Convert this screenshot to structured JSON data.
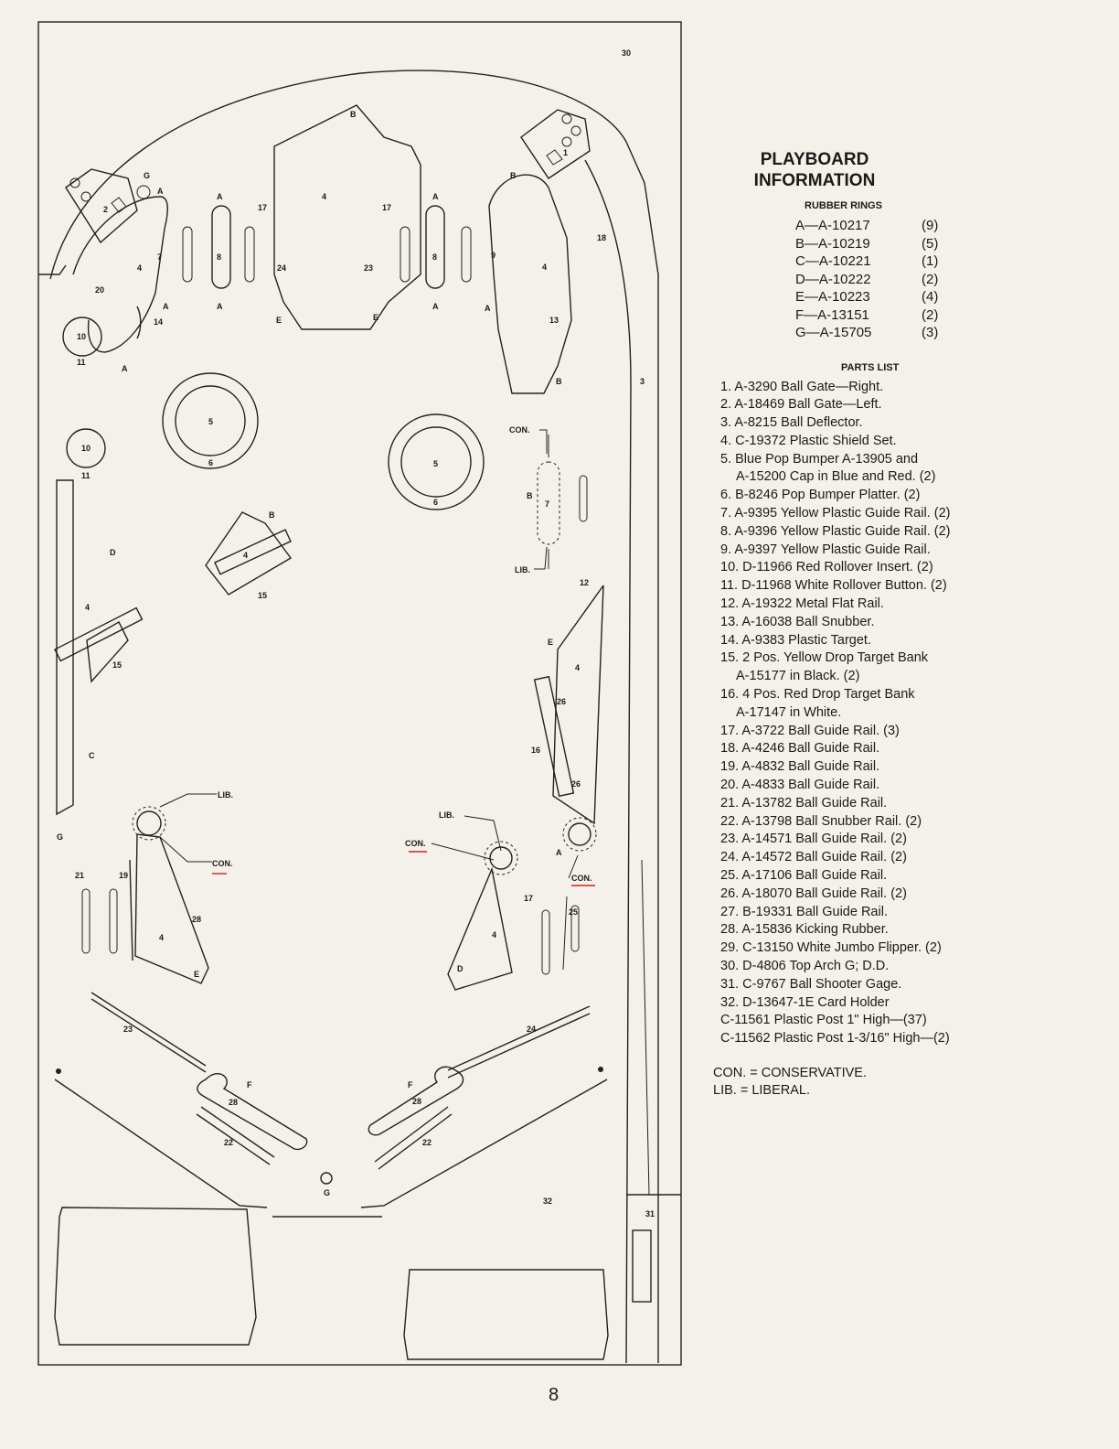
{
  "playboard": {
    "title_line1": "PLAYBOARD",
    "title_line2": "INFORMATION",
    "rubber_rings_heading": "RUBBER RINGS",
    "rubber_rings": [
      {
        "code": "A—A-10217",
        "qty": "(9)"
      },
      {
        "code": "B—A-10219",
        "qty": "(5)"
      },
      {
        "code": "C—A-10221",
        "qty": "(1)"
      },
      {
        "code": "D—A-10222",
        "qty": "(2)"
      },
      {
        "code": "E—A-10223",
        "qty": "(4)"
      },
      {
        "code": "F—A-13151",
        "qty": "(2)"
      },
      {
        "code": "G—A-15705",
        "qty": "(3)"
      }
    ],
    "parts_heading": "PARTS LIST",
    "parts": [
      "1. A-3290 Ball Gate—Right.",
      "2. A-18469 Ball Gate—Left.",
      "3. A-8215 Ball Deflector.",
      "4. C-19372 Plastic Shield Set.",
      "5. Blue Pop Bumper A-13905 and",
      "A-15200 Cap in Blue and Red. (2)",
      "6. B-8246 Pop Bumper Platter. (2)",
      "7. A-9395 Yellow Plastic Guide Rail. (2)",
      "8. A-9396 Yellow Plastic Guide Rail. (2)",
      "9. A-9397 Yellow Plastic Guide Rail.",
      "10. D-11966 Red Rollover Insert. (2)",
      "11. D-11968 White Rollover Button. (2)",
      "12. A-19322 Metal Flat Rail.",
      "13. A-16038 Ball Snubber.",
      "14. A-9383 Plastic Target.",
      "15. 2 Pos. Yellow Drop Target Bank",
      "A-15177 in Black. (2)",
      "16. 4 Pos. Red Drop Target Bank",
      "A-17147 in White.",
      "17. A-3722 Ball Guide Rail. (3)",
      "18. A-4246 Ball Guide Rail.",
      "19. A-4832 Ball Guide Rail.",
      "20. A-4833 Ball Guide Rail.",
      "21. A-13782 Ball Guide Rail.",
      "22. A-13798 Ball Snubber Rail. (2)",
      "23. A-14571 Ball Guide Rail. (2)",
      "24. A-14572 Ball Guide Rail. (2)",
      "25. A-17106 Ball Guide Rail.",
      "26. A-18070 Ball Guide Rail. (2)",
      "27. B-19331 Ball Guide Rail.",
      "28. A-15836 Kicking Rubber.",
      "29. C-13150 White Jumbo Flipper. (2)",
      "30. D-4806 Top Arch G; D.D.",
      "31. C-9767 Ball Shooter Gage.",
      "32. D-13647-1E Card Holder",
      "C-11561  Plastic Post 1\" High—(37)",
      "C-11562  Plastic Post 1-3/16\" High—(2)"
    ],
    "legend_con": "CON. = CONSERVATIVE.",
    "legend_lib": "LIB. = LIBERAL."
  },
  "diagram_labels": {
    "n1": "1",
    "n2": "2",
    "n3": "3",
    "n4": "4",
    "n5": "5",
    "n6": "6",
    "n7": "7",
    "n8": "8",
    "n9": "9",
    "n10": "10",
    "n11": "11",
    "n12": "12",
    "n13": "13",
    "n14": "14",
    "n15": "15",
    "n16": "16",
    "n17": "17",
    "n18": "18",
    "n19": "19",
    "n20": "20",
    "n21": "21",
    "n22": "22",
    "n23": "23",
    "n24": "24",
    "n25": "25",
    "n26": "26",
    "n28": "28",
    "n30": "30",
    "n31": "31",
    "n32": "32",
    "A": "A",
    "B": "B",
    "C": "C",
    "D": "D",
    "E": "E",
    "F": "F",
    "G": "G",
    "con": "CON.",
    "lib": "LIB."
  },
  "page_number": "8"
}
